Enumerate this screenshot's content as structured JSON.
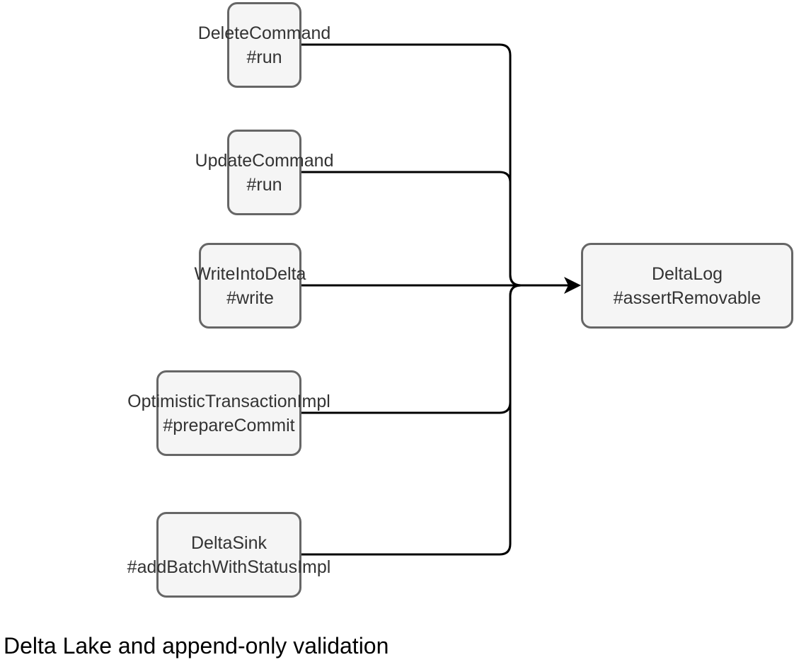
{
  "diagram": {
    "nodes": [
      {
        "id": "delete",
        "line1": "DeleteCommand",
        "line2": "#run"
      },
      {
        "id": "update",
        "line1": "UpdateCommand",
        "line2": "#run"
      },
      {
        "id": "write",
        "line1": "WriteIntoDelta",
        "line2": "#write"
      },
      {
        "id": "opt",
        "line1": "OptimisticTransactionImpl",
        "line2": "#prepareCommit"
      },
      {
        "id": "sink",
        "line1": "DeltaSink",
        "line2": "#addBatchWithStatusImpl"
      },
      {
        "id": "deltalog",
        "line1": "DeltaLog",
        "line2": "#assertRemovable"
      }
    ],
    "edges": [
      {
        "from": "delete",
        "to": "deltalog"
      },
      {
        "from": "update",
        "to": "deltalog"
      },
      {
        "from": "write",
        "to": "deltalog"
      },
      {
        "from": "opt",
        "to": "deltalog"
      },
      {
        "from": "sink",
        "to": "deltalog"
      }
    ],
    "colors": {
      "node_fill": "#f5f5f5",
      "node_stroke": "#666666",
      "node_text": "#333333",
      "edge": "#000000"
    }
  },
  "caption": "Delta Lake and append-only validation"
}
